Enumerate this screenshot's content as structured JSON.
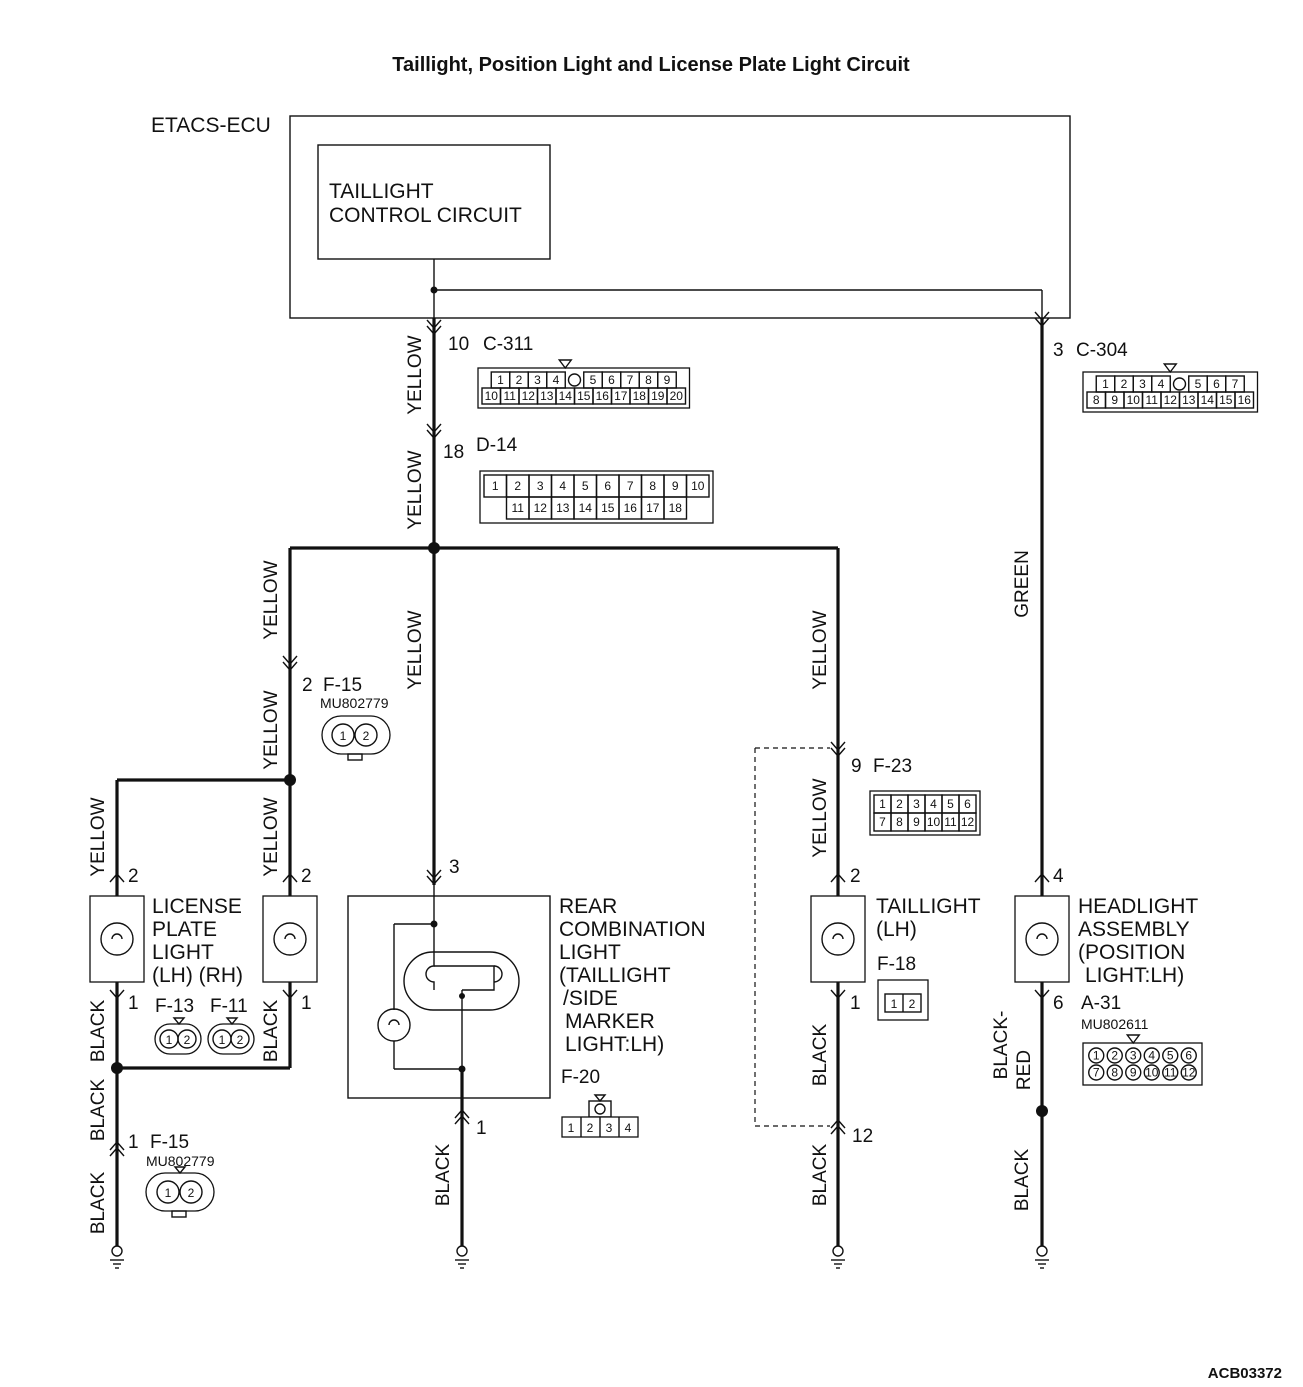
{
  "title": "Taillight, Position Light and License Plate Light Circuit",
  "ecu": {
    "label": "ETACS-ECU",
    "circuit_line1": "TAILLIGHT",
    "circuit_line2": "CONTROL CIRCUIT"
  },
  "wire_colors": {
    "yellow": "YELLOW",
    "green": "GREEN",
    "black": "BLACK",
    "black_red_1": "BLACK-",
    "black_red_2": "RED"
  },
  "connectors": {
    "c311": {
      "name": "C-311",
      "pin": "10",
      "row1": [
        "1",
        "2",
        "3",
        "4",
        "",
        "5",
        "6",
        "7",
        "8",
        "9"
      ],
      "row2": [
        "10",
        "11",
        "12",
        "13",
        "14",
        "15",
        "16",
        "17",
        "18",
        "19",
        "20"
      ]
    },
    "c304": {
      "name": "C-304",
      "pin": "3",
      "row1": [
        "1",
        "2",
        "3",
        "4",
        "",
        "5",
        "6",
        "7"
      ],
      "row2": [
        "8",
        "9",
        "10",
        "11",
        "12",
        "13",
        "14",
        "15",
        "16"
      ]
    },
    "d14": {
      "name": "D-14",
      "pin": "18",
      "row1": [
        "1",
        "2",
        "3",
        "4",
        "5",
        "6",
        "7",
        "8",
        "9",
        "10"
      ],
      "row2": [
        "11",
        "12",
        "13",
        "14",
        "15",
        "16",
        "17",
        "18"
      ]
    },
    "f15_top": {
      "name": "F-15",
      "pin": "2",
      "part": "MU802779",
      "pins": [
        "1",
        "2"
      ]
    },
    "f15_bottom": {
      "name": "F-15",
      "pin": "1",
      "part": "MU802779",
      "pins": [
        "1",
        "2"
      ]
    },
    "f23": {
      "name": "F-23",
      "pin": "9",
      "row1": [
        "1",
        "2",
        "3",
        "4",
        "5",
        "6"
      ],
      "row2": [
        "7",
        "8",
        "9",
        "10",
        "11",
        "12"
      ]
    },
    "f13": {
      "name": "F-13",
      "pins": [
        "1",
        "2"
      ]
    },
    "f11": {
      "name": "F-11",
      "pins": [
        "1",
        "2"
      ]
    },
    "f20": {
      "name": "F-20",
      "pins": [
        "1",
        "2",
        "3",
        "4"
      ]
    },
    "f18": {
      "name": "F-18",
      "pins": [
        "1",
        "2"
      ]
    },
    "a31": {
      "name": "A-31",
      "part": "MU802611",
      "row1": [
        "1",
        "2",
        "3",
        "4",
        "5",
        "6"
      ],
      "row2": [
        "7",
        "8",
        "9",
        "10",
        "11",
        "12"
      ]
    }
  },
  "components": {
    "license": {
      "line1": "LICENSE",
      "line2": "PLATE",
      "line3": "LIGHT",
      "line4": "(LH) (RH)",
      "pin_in_lh": "2",
      "pin_out_lh": "1",
      "pin_in_rh": "2",
      "pin_out_rh": "1"
    },
    "rear_combo": {
      "line1": "REAR",
      "line2": "COMBINATION",
      "line3": "LIGHT",
      "line4": "(TAILLIGHT",
      "line5": "/SIDE",
      "line6": "MARKER",
      "line7": "LIGHT:LH)",
      "pin_in": "3",
      "pin_out": "1"
    },
    "taillight": {
      "line1": "TAILLIGHT",
      "line2": "(LH)",
      "pin_in": "2",
      "pin_out": "1",
      "ground_pin": "12"
    },
    "headlight": {
      "line1": "HEADLIGHT",
      "line2": "ASSEMBLY",
      "line3": "(POSITION",
      "line4": "LIGHT:LH)",
      "pin_in": "4",
      "pin_out": "6"
    }
  },
  "figure_code": "ACB03372"
}
